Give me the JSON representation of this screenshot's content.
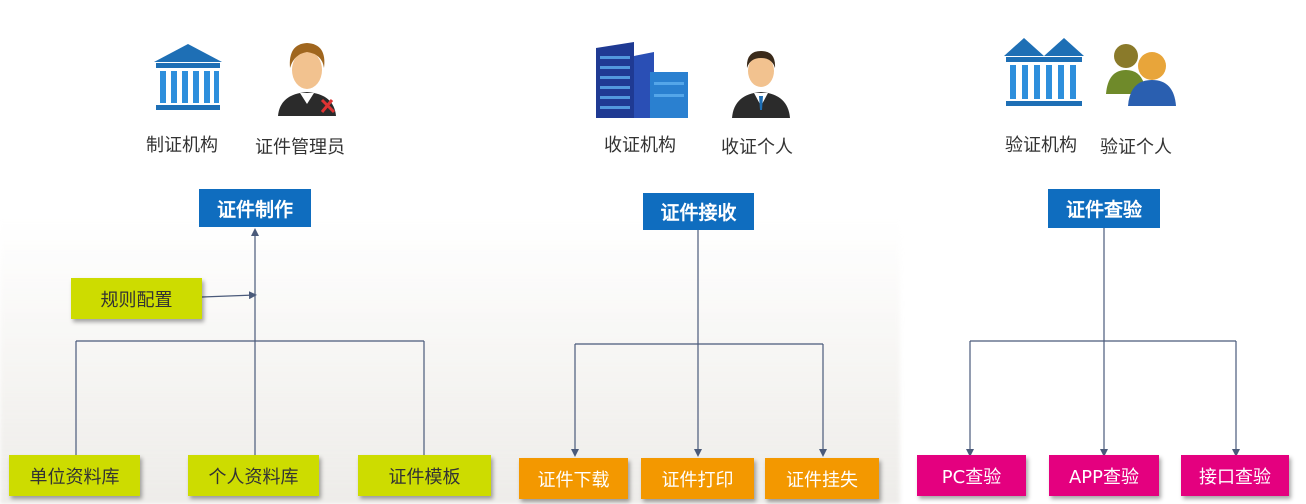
{
  "actors": {
    "issuing_org": "制证机构",
    "cert_admin": "证件管理员",
    "receiving_org": "收证机构",
    "receiving_person": "收证个人",
    "verifying_org": "验证机构",
    "verifying_person": "验证个人"
  },
  "processes": {
    "make": "证件制作",
    "receive": "证件接收",
    "verify": "证件查验"
  },
  "make_inputs": {
    "rule_config": "规则配置",
    "unit_db": "单位资料库",
    "personal_db": "个人资料库",
    "template": "证件模板"
  },
  "receive_outputs": {
    "download": "证件下载",
    "print": "证件打印",
    "report_loss": "证件挂失"
  },
  "verify_channels": {
    "pc": "PC查验",
    "app": "APP查验",
    "api": "接口查验"
  },
  "colors": {
    "blue": "#0f6dbf",
    "green": "#cddc00",
    "orange": "#f39800",
    "pink": "#e4007f",
    "line": "#4a5a7a"
  },
  "icons": {
    "issuing_org": "institution-building-icon",
    "cert_admin": "admin-person-icon",
    "receiving_org": "office-buildings-icon",
    "receiving_person": "business-person-icon",
    "verifying_org": "institution-building-icon",
    "verifying_person": "group-people-icon"
  }
}
